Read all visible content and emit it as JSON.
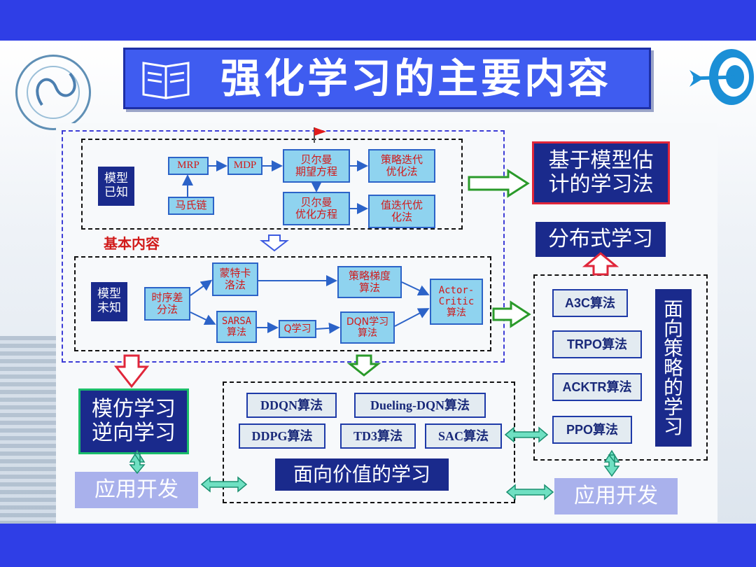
{
  "title": "强化学习的主要内容",
  "known": {
    "label": "模型\n已知",
    "mrp": "MRP",
    "mdp": "MDP",
    "markov": "马氏链",
    "bellman_expect": "贝尔曼\n期望方程",
    "bellman_opt": "贝尔曼\n优化方程",
    "policy_iter": "策略迭代\n优化法",
    "value_iter": "值迭代优\n化法"
  },
  "basic_label": "基本内容",
  "unknown": {
    "label": "模型\n未知",
    "td": "时序差\n分法",
    "mc": "蒙特卡\n洛法",
    "sarsa": "SARSA\n算法",
    "qlearn": "Q学习",
    "pg": "策略梯度\n算法",
    "dqn": "DQN学习\n算法",
    "ac": "Actor-\nCritic\n算法"
  },
  "model_based": "基于模型估\n计的学习法",
  "distributed": "分布式学习",
  "policy_algos": [
    "A3C算法",
    "TRPO算法",
    "ACKTR算法",
    "PPO算法"
  ],
  "policy_learning": "面\n向\n策\n略\n的\n学\n习",
  "imitation": "模仿学习\n逆向学习",
  "value_algos_row1": [
    "DDQN算法",
    "Dueling-DQN算法"
  ],
  "value_algos_row2": [
    "DDPG算法",
    "TD3算法",
    "SAC算法"
  ],
  "value_learning": "面向价值的学习",
  "app_left": "应用开发",
  "app_right": "应用开发"
}
